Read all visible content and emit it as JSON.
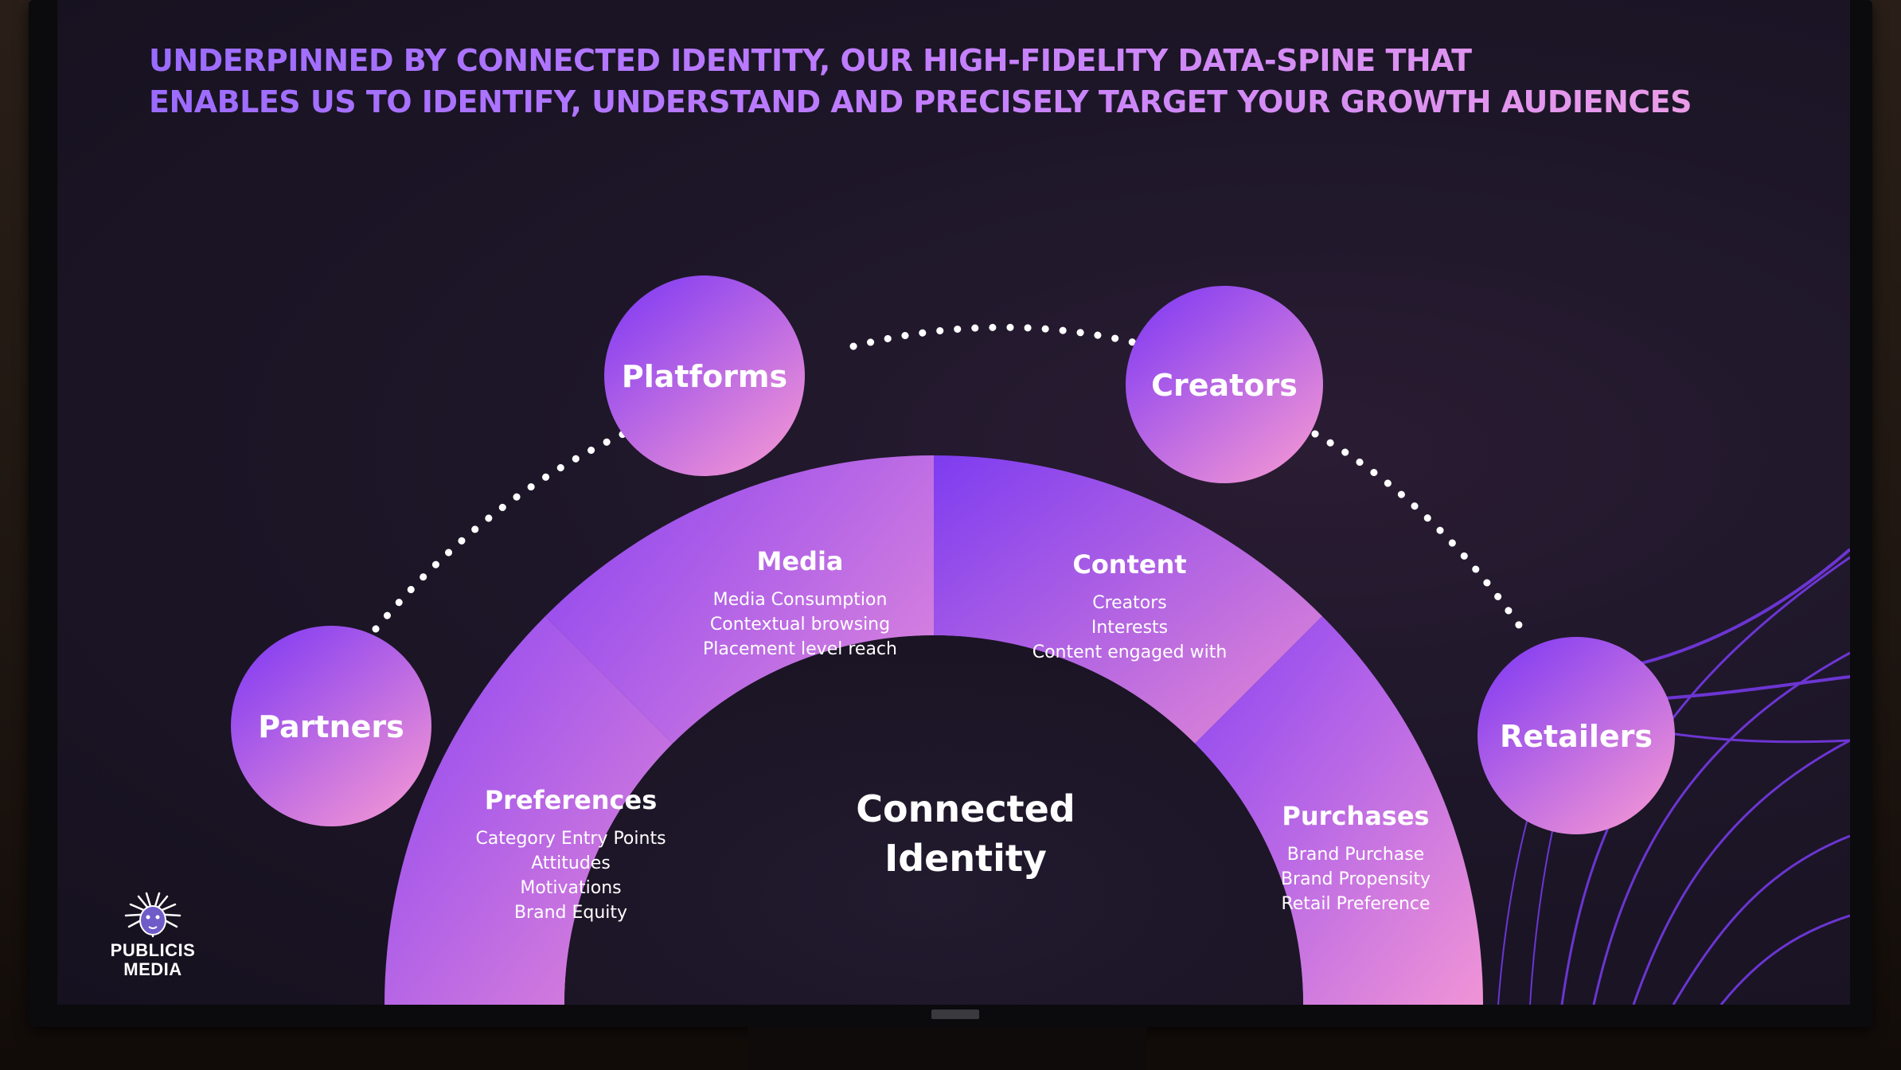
{
  "slide": {
    "title_lines": [
      "UNDERPINNED BY CONNECTED IDENTITY, OUR HIGH-FIDELITY DATA-SPINE THAT",
      "ENABLES US TO IDENTIFY, UNDERSTAND AND PRECISELY TARGET YOUR GROWTH AUDIENCES"
    ]
  },
  "diagram": {
    "center": {
      "line1": "Connected",
      "line2": "Identity"
    },
    "segments": [
      {
        "title": "Preferences",
        "items": [
          "Category Entry Points",
          "Attitudes",
          "Motivations",
          "Brand Equity"
        ]
      },
      {
        "title": "Media",
        "items": [
          "Media Consumption",
          "Contextual browsing",
          "Placement level reach"
        ]
      },
      {
        "title": "Content",
        "items": [
          "Creators",
          "Interests",
          "Content engaged with"
        ]
      },
      {
        "title": "Purchases",
        "items": [
          "Brand Purchase",
          "Brand Propensity",
          "Retail Preference"
        ]
      }
    ],
    "nodes": [
      "Partners",
      "Platforms",
      "Creators",
      "Retailers"
    ]
  },
  "logo": {
    "line1": "PUBLICIS",
    "line2": "MEDIA"
  },
  "colors": {
    "accent_purple": "#8a44f0",
    "accent_pink": "#e486d8",
    "screen_bg": "#1d1628"
  }
}
